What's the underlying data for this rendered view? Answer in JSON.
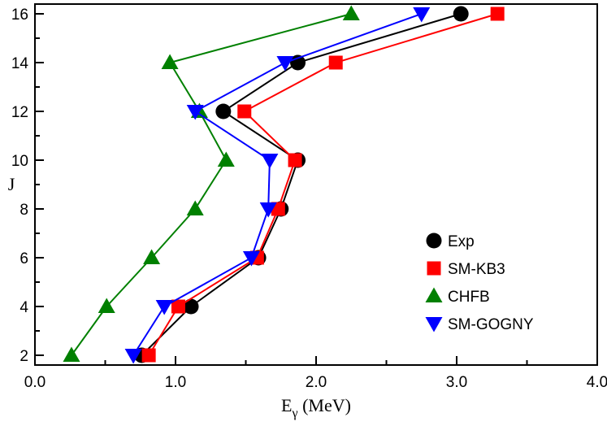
{
  "chart_data": {
    "type": "line",
    "xlabel_main": "E",
    "xlabel_sub": "γ",
    "xlabel_unit": " (MeV)",
    "ylabel": "J",
    "xlim": [
      0.0,
      4.0
    ],
    "ylim": [
      1.6,
      16.4
    ],
    "x_ticks": [
      "0.0",
      "1.0",
      "2.0",
      "3.0",
      "4.0"
    ],
    "y_ticks": [
      "2",
      "4",
      "6",
      "8",
      "10",
      "12",
      "14",
      "16"
    ],
    "legend_position": "lower-right",
    "grid": false,
    "series": [
      {
        "name": "Exp",
        "color": "#000000",
        "marker": "circle",
        "x": [
          0.76,
          1.11,
          1.59,
          1.75,
          1.87,
          1.34,
          1.87,
          3.03
        ],
        "y": [
          2,
          4,
          6,
          8,
          10,
          12,
          14,
          16
        ]
      },
      {
        "name": "SM-KB3",
        "color": "#ff0000",
        "marker": "square",
        "x": [
          0.81,
          1.02,
          1.58,
          1.73,
          1.85,
          1.49,
          2.14,
          3.29
        ],
        "y": [
          2,
          4,
          6,
          8,
          10,
          12,
          14,
          16
        ]
      },
      {
        "name": "CHFB",
        "color": "#008000",
        "marker": "triangle-up",
        "x": [
          0.26,
          0.51,
          0.83,
          1.14,
          1.36,
          1.17,
          0.96,
          2.25
        ],
        "y": [
          2,
          4,
          6,
          8,
          10,
          12,
          14,
          16
        ]
      },
      {
        "name": "SM-GOGNY",
        "color": "#0000ff",
        "marker": "triangle-down",
        "x": [
          0.7,
          0.92,
          1.54,
          1.66,
          1.67,
          1.14,
          1.78,
          2.75
        ],
        "y": [
          2,
          4,
          6,
          8,
          10,
          12,
          14,
          16
        ]
      }
    ]
  }
}
